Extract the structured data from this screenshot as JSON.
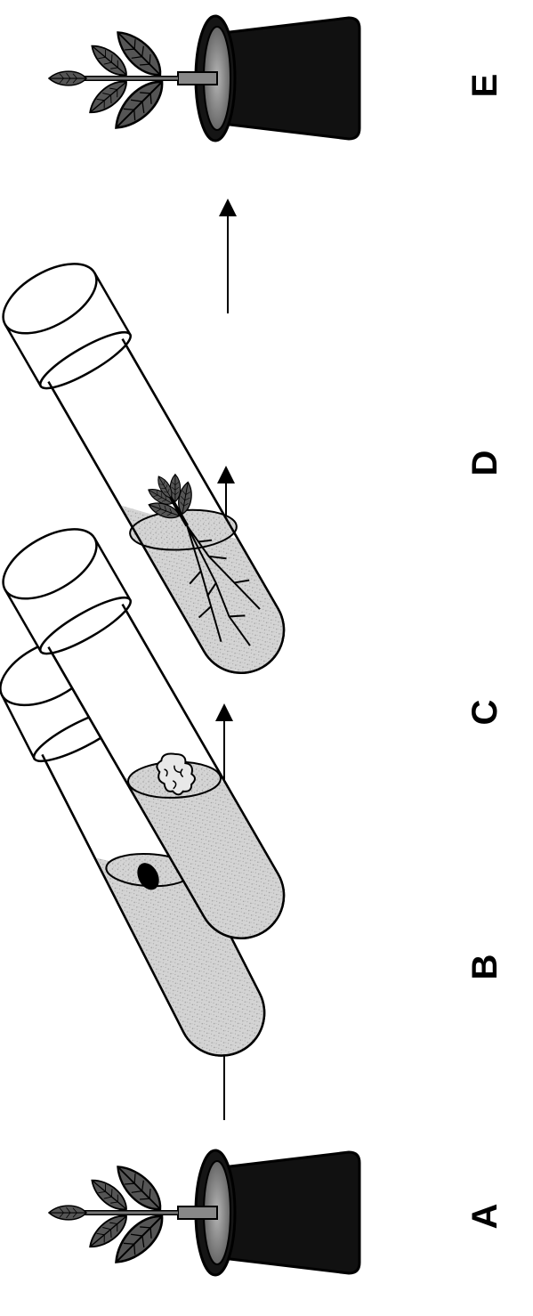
{
  "stages": [
    {
      "id": "A",
      "label": "A",
      "kind": "potted-plant"
    },
    {
      "id": "B",
      "label": "B",
      "kind": "test-tube-explant"
    },
    {
      "id": "C",
      "label": "C",
      "kind": "test-tube-callus"
    },
    {
      "id": "D",
      "label": "D",
      "kind": "test-tube-plantlet"
    },
    {
      "id": "E",
      "label": "E",
      "kind": "potted-plant"
    }
  ],
  "colors": {
    "ink": "#000000",
    "paper": "#ffffff",
    "medium": "#d2d2d2",
    "pot": "#111111",
    "soil": "#8a8a8a",
    "leaf": "#555555"
  },
  "icons": {
    "pot": "potted-plant-icon",
    "tube": "test-tube-icon",
    "arrow": "arrow-up-icon"
  }
}
